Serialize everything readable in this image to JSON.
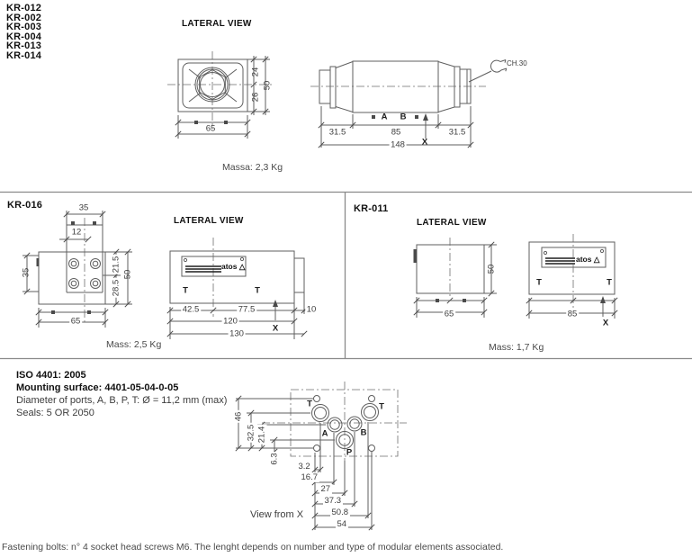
{
  "page": {
    "codes": [
      "KR-012",
      "KR-002",
      "KR-003",
      "KR-004",
      "KR-013",
      "KR-014"
    ],
    "footer": "Fastening bolts: n° 4 socket head screws M6. The lenght depends on number and type of modular elements associated."
  },
  "labels": {
    "lateral_view": "LATERAL VIEW",
    "t": "T",
    "a": "A",
    "b": "B",
    "p": "P",
    "x": "X",
    "atos_logo": "atos △",
    "ch30": "CH.30",
    "view_from_x": "View from X"
  },
  "top": {
    "mass": "Massa: 2,3 Kg",
    "front": {
      "d24": "24",
      "d26": "26",
      "d50": "50",
      "d65": "65"
    },
    "side": {
      "d31l": "31.5",
      "d85": "85",
      "d31r": "31.5",
      "d148": "148"
    }
  },
  "kr016": {
    "title": "KR-016",
    "mass": "Mass: 2,5 Kg",
    "front": {
      "d35t": "35",
      "d12": "12",
      "d35l": "35",
      "d21": "21.5",
      "d50": "50",
      "d28": "28.5",
      "d65": "65"
    },
    "side": {
      "d42": "42.5",
      "d77": "77.5",
      "d10": "10",
      "d120": "120",
      "d130": "130"
    }
  },
  "kr011": {
    "title": "KR-011",
    "mass": "Mass: 1,7 Kg",
    "front": {
      "d50": "50",
      "d65": "65"
    },
    "side": {
      "d85": "85"
    }
  },
  "iso": {
    "line1": "ISO 4401: 2005",
    "line2": "Mounting surface: 4401-05-04-0-05",
    "line3": "Diameter of ports, A, B, P, T: Ø = 11,2 mm (max)",
    "line4": "Seals: 5 OR 2050",
    "dims": {
      "d46": "46",
      "d32": "32.5",
      "d21": "21.4",
      "d6": "6.3",
      "d3": "3.2",
      "d16": "16.7",
      "d27": "27",
      "d37": "37.3",
      "d50": "50.8",
      "d54": "54"
    }
  }
}
